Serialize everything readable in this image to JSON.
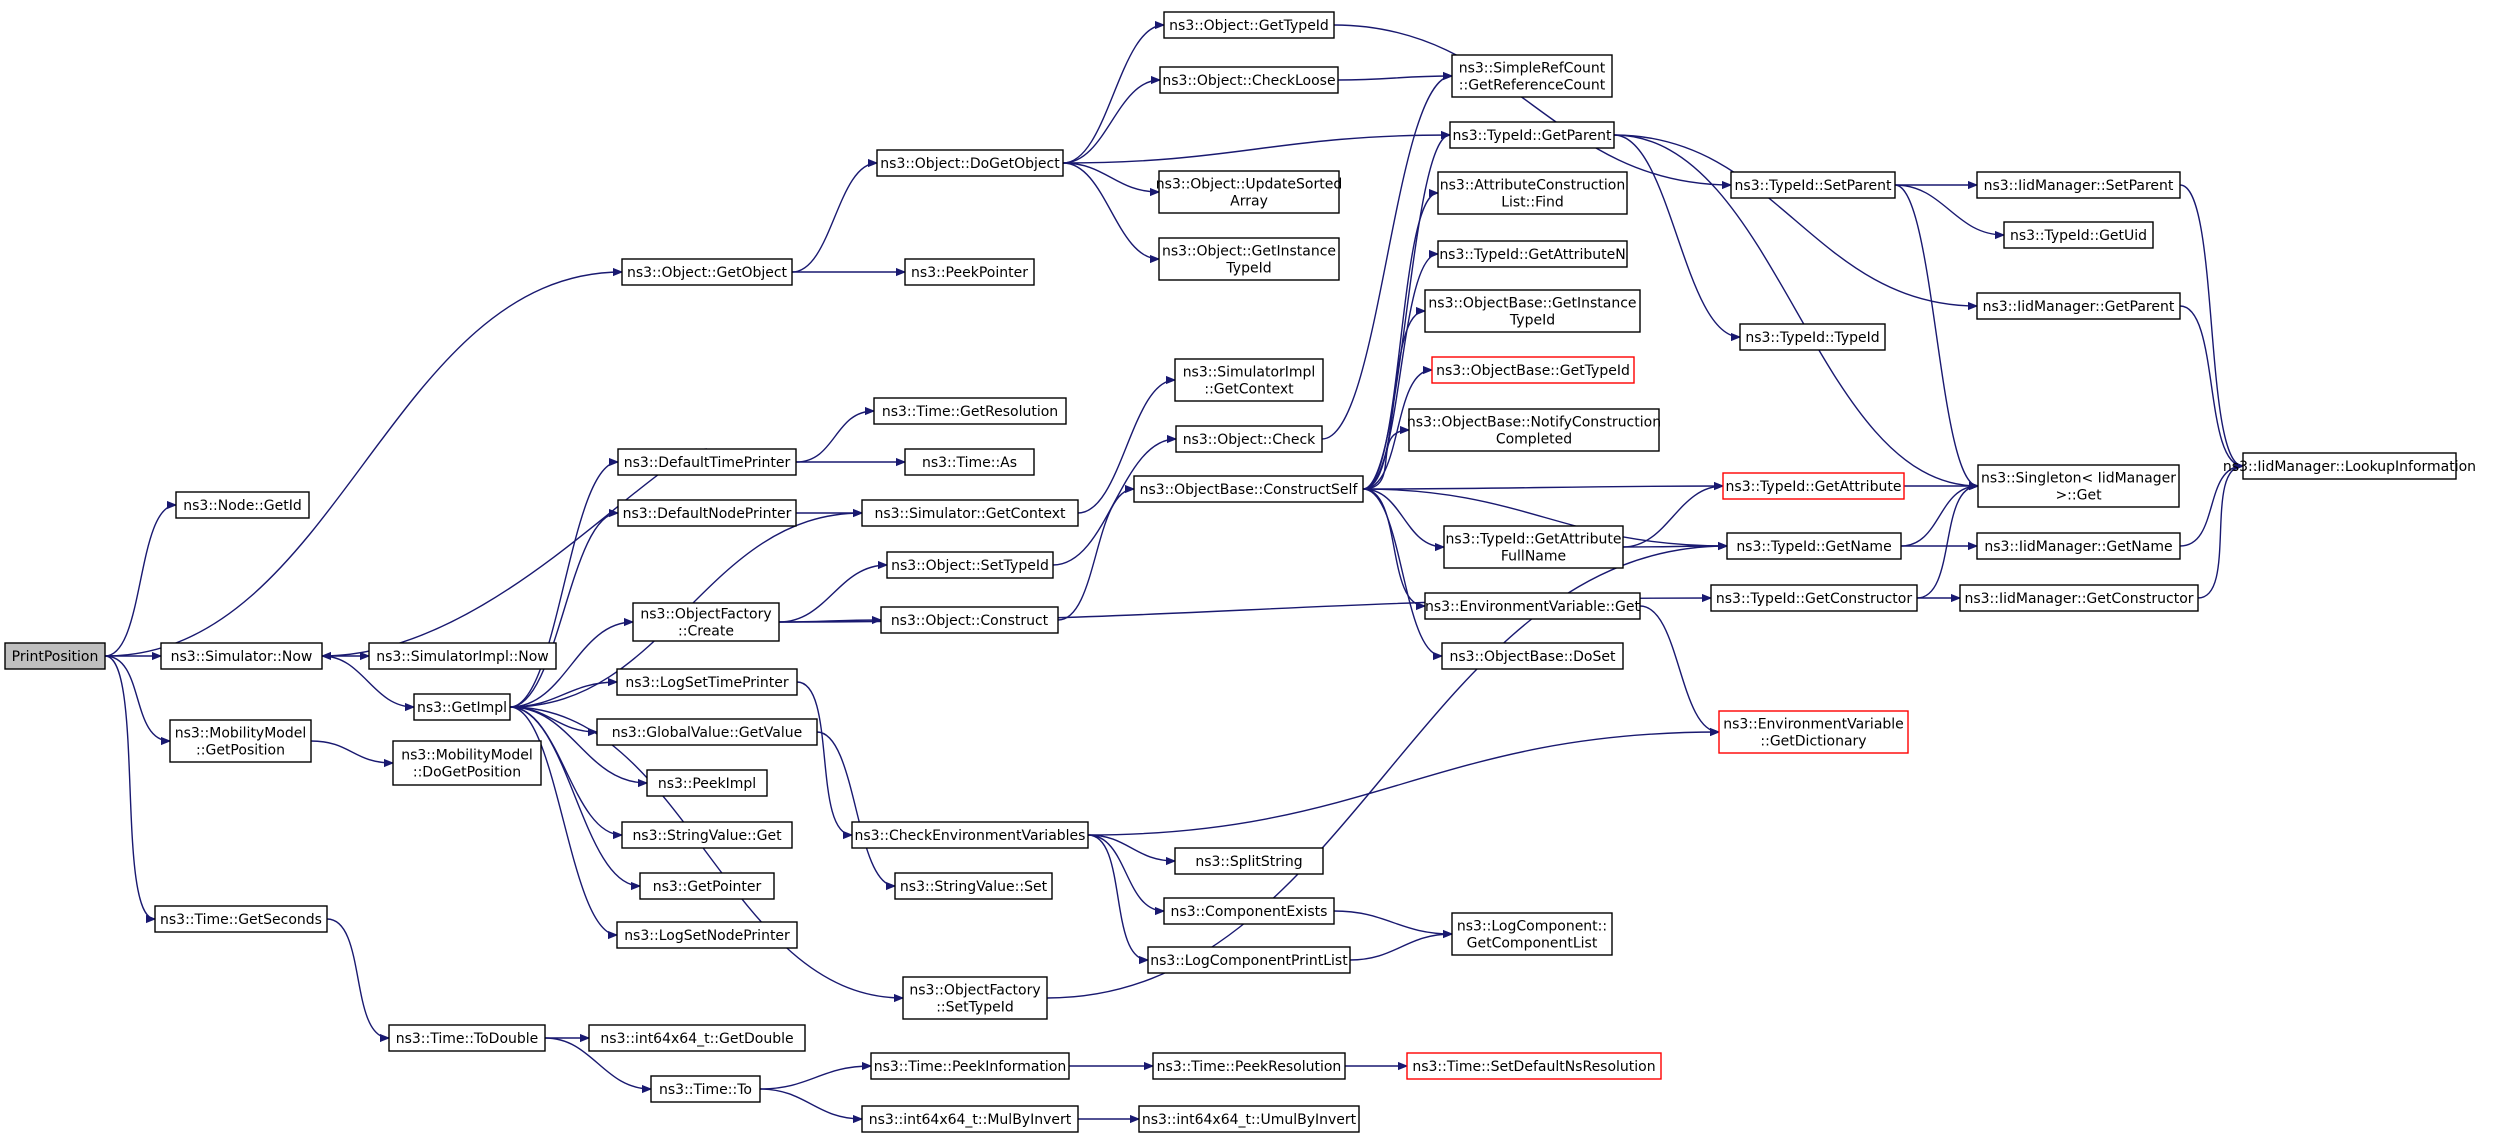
{
  "diagram": {
    "type": "call-graph",
    "colors": {
      "edge": "#191970",
      "root_fill": "#bfbfbf",
      "truncated_border": "#ff0000",
      "border": "#000000",
      "background": "#ffffff"
    },
    "nodes": [
      {
        "id": "printposition",
        "lines": [
          "PrintPosition"
        ],
        "root": true
      },
      {
        "id": "node_getid",
        "lines": [
          "ns3::Node::GetId"
        ]
      },
      {
        "id": "object_getobject",
        "lines": [
          "ns3::Object::GetObject"
        ]
      },
      {
        "id": "simulator_now",
        "lines": [
          "ns3::Simulator::Now"
        ]
      },
      {
        "id": "mobility_getposition",
        "lines": [
          "ns3::MobilityModel",
          "::GetPosition"
        ]
      },
      {
        "id": "time_getseconds",
        "lines": [
          "ns3::Time::GetSeconds"
        ]
      },
      {
        "id": "object_dogetobject",
        "lines": [
          "ns3::Object::DoGetObject"
        ]
      },
      {
        "id": "peekpointer",
        "lines": [
          "ns3::PeekPointer"
        ]
      },
      {
        "id": "object_gettypeid",
        "lines": [
          "ns3::Object::GetTypeId"
        ]
      },
      {
        "id": "object_checkloose",
        "lines": [
          "ns3::Object::CheckLoose"
        ]
      },
      {
        "id": "object_updatesortedarray",
        "lines": [
          "ns3::Object::UpdateSorted",
          "Array"
        ]
      },
      {
        "id": "object_getinstancetypeid",
        "lines": [
          "ns3::Object::GetInstance",
          "TypeId"
        ]
      },
      {
        "id": "simplerefcount",
        "lines": [
          "ns3::SimpleRefCount",
          "::GetReferenceCount"
        ]
      },
      {
        "id": "typeid_getparent",
        "lines": [
          "ns3::TypeId::GetParent"
        ]
      },
      {
        "id": "typeid_setparent",
        "lines": [
          "ns3::TypeId::SetParent"
        ]
      },
      {
        "id": "iidmanager_setparent",
        "lines": [
          "ns3::IidManager::SetParent"
        ]
      },
      {
        "id": "typeid_getuid",
        "lines": [
          "ns3::TypeId::GetUid"
        ]
      },
      {
        "id": "iidmanager_getparent",
        "lines": [
          "ns3::IidManager::GetParent"
        ]
      },
      {
        "id": "typeid_typeid",
        "lines": [
          "ns3::TypeId::TypeId"
        ]
      },
      {
        "id": "attrconstruction_find",
        "lines": [
          "ns3::AttributeConstruction",
          "List::Find"
        ]
      },
      {
        "id": "typeid_getattributen",
        "lines": [
          "ns3::TypeId::GetAttributeN"
        ]
      },
      {
        "id": "objectbase_getinstancetypeid",
        "lines": [
          "ns3::ObjectBase::GetInstance",
          "TypeId"
        ]
      },
      {
        "id": "objectbase_gettypeid",
        "lines": [
          "ns3::ObjectBase::GetTypeId"
        ],
        "truncated": true
      },
      {
        "id": "objectbase_notifyconstructioncompleted",
        "lines": [
          "ns3::ObjectBase::NotifyConstruction",
          "Completed"
        ]
      },
      {
        "id": "simulatorimpl_getcontext",
        "lines": [
          "ns3::SimulatorImpl",
          "::GetContext"
        ]
      },
      {
        "id": "object_check",
        "lines": [
          "ns3::Object::Check"
        ]
      },
      {
        "id": "objectbase_constructself",
        "lines": [
          "ns3::ObjectBase::ConstructSelf"
        ]
      },
      {
        "id": "typeid_getattribute",
        "lines": [
          "ns3::TypeId::GetAttribute"
        ],
        "truncated": true
      },
      {
        "id": "singleton_get",
        "lines": [
          "ns3::Singleton< IidManager",
          " >::Get"
        ]
      },
      {
        "id": "iidmanager_lookupinformation",
        "lines": [
          "ns3::IidManager::LookupInformation"
        ]
      },
      {
        "id": "typeid_getattributefullname",
        "lines": [
          "ns3::TypeId::GetAttribute",
          "FullName"
        ]
      },
      {
        "id": "typeid_getname",
        "lines": [
          "ns3::TypeId::GetName"
        ]
      },
      {
        "id": "iidmanager_getname",
        "lines": [
          "ns3::IidManager::GetName"
        ]
      },
      {
        "id": "typeid_getconstructor",
        "lines": [
          "ns3::TypeId::GetConstructor"
        ]
      },
      {
        "id": "iidmanager_getconstructor",
        "lines": [
          "ns3::IidManager::GetConstructor"
        ]
      },
      {
        "id": "environmentvariable_get",
        "lines": [
          "ns3::EnvironmentVariable::Get"
        ]
      },
      {
        "id": "objectbase_doset",
        "lines": [
          "ns3::ObjectBase::DoSet"
        ]
      },
      {
        "id": "environmentvariable_getdictionary",
        "lines": [
          "ns3::EnvironmentVariable",
          "::GetDictionary"
        ],
        "truncated": true
      },
      {
        "id": "time_getresolution",
        "lines": [
          "ns3::Time::GetResolution"
        ]
      },
      {
        "id": "defaulttimeprinter",
        "lines": [
          "ns3::DefaultTimePrinter"
        ]
      },
      {
        "id": "time_as",
        "lines": [
          "ns3::Time::As"
        ]
      },
      {
        "id": "defaultnodeprinter",
        "lines": [
          "ns3::DefaultNodePrinter"
        ]
      },
      {
        "id": "simulator_getcontext",
        "lines": [
          "ns3::Simulator::GetContext"
        ]
      },
      {
        "id": "object_settypeid",
        "lines": [
          "ns3::Object::SetTypeId"
        ]
      },
      {
        "id": "objectfactory_create",
        "lines": [
          "ns3::ObjectFactory",
          "::Create"
        ]
      },
      {
        "id": "object_construct",
        "lines": [
          "ns3::Object::Construct"
        ]
      },
      {
        "id": "simulatorimpl_now",
        "lines": [
          "ns3::SimulatorImpl::Now"
        ]
      },
      {
        "id": "getimpl",
        "lines": [
          "ns3::GetImpl"
        ]
      },
      {
        "id": "logsettimeprinter",
        "lines": [
          "ns3::LogSetTimePrinter"
        ]
      },
      {
        "id": "globalvalue_getvalue",
        "lines": [
          "ns3::GlobalValue::GetValue"
        ]
      },
      {
        "id": "peekimpl",
        "lines": [
          "ns3::PeekImpl"
        ]
      },
      {
        "id": "stringvalue_get",
        "lines": [
          "ns3::StringValue::Get"
        ]
      },
      {
        "id": "getpointer",
        "lines": [
          "ns3::GetPointer"
        ]
      },
      {
        "id": "logsetnodeprinter",
        "lines": [
          "ns3::LogSetNodePrinter"
        ]
      },
      {
        "id": "mobility_dogetposition",
        "lines": [
          "ns3::MobilityModel",
          "::DoGetPosition"
        ]
      },
      {
        "id": "checkenvironmentvariables",
        "lines": [
          "ns3::CheckEnvironmentVariables"
        ]
      },
      {
        "id": "splitstring",
        "lines": [
          "ns3::SplitString"
        ]
      },
      {
        "id": "stringvalue_set",
        "lines": [
          "ns3::StringValue::Set"
        ]
      },
      {
        "id": "componentexists",
        "lines": [
          "ns3::ComponentExists"
        ]
      },
      {
        "id": "logcomponentprintlist",
        "lines": [
          "ns3::LogComponentPrintList"
        ]
      },
      {
        "id": "logcomponent_getcomponentlist",
        "lines": [
          "ns3::LogComponent::",
          "GetComponentList"
        ]
      },
      {
        "id": "objectfactory_settypeid",
        "lines": [
          "ns3::ObjectFactory",
          "::SetTypeId"
        ]
      },
      {
        "id": "time_todouble",
        "lines": [
          "ns3::Time::ToDouble"
        ]
      },
      {
        "id": "int64x64_getdouble",
        "lines": [
          "ns3::int64x64_t::GetDouble"
        ]
      },
      {
        "id": "time_to",
        "lines": [
          "ns3::Time::To"
        ]
      },
      {
        "id": "time_peekinformation",
        "lines": [
          "ns3::Time::PeekInformation"
        ]
      },
      {
        "id": "time_peekresolution",
        "lines": [
          "ns3::Time::PeekResolution"
        ]
      },
      {
        "id": "time_setdefaultnsresolution",
        "lines": [
          "ns3::Time::SetDefaultNsResolution"
        ],
        "truncated": true
      },
      {
        "id": "int64x64_mulbyinvert",
        "lines": [
          "ns3::int64x64_t::MulByInvert"
        ]
      },
      {
        "id": "int64x64_umulbyinvert",
        "lines": [
          "ns3::int64x64_t::UmulByInvert"
        ]
      }
    ]
  }
}
